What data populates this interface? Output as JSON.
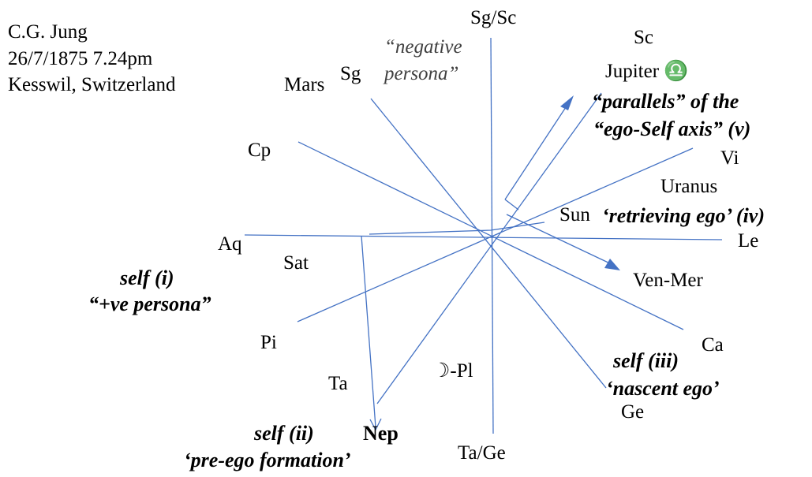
{
  "header": {
    "name": "C.G. Jung",
    "birth": "26/7/1875 7.24pm",
    "place": "Kesswil, Switzerland"
  },
  "signs": {
    "sg_sc": "Sg/Sc",
    "sc": "Sc",
    "sg": "Sg",
    "cp": "Cp",
    "vi": "Vi",
    "aq": "Aq",
    "le": "Le",
    "pi": "Pi",
    "ca": "Ca",
    "ta": "Ta",
    "ge": "Ge",
    "ta_ge": "Ta/Ge"
  },
  "planets": {
    "jupiter": "Jupiter ♎",
    "mars": "Mars",
    "uranus": "Uranus",
    "sun": "Sun",
    "sat": "Sat",
    "ven_mer": "Ven-Mer",
    "moon_pl": "☽-Pl",
    "nep": "Nep"
  },
  "annotations": {
    "negative_persona_1": "“negative",
    "negative_persona_2": "persona”",
    "parallels_1": "“parallels” of the",
    "parallels_2": "“ego-Self axis” (v)",
    "retrieving_ego": "‘retrieving ego’ (iv)",
    "self_i": "self (i)",
    "positive_persona": "“+ve persona”",
    "self_iii": "self (iii)",
    "nascent_ego": "‘nascent ego’",
    "self_ii": "self (ii)",
    "pre_ego": "‘pre-ego formation’"
  },
  "colors": {
    "line": "#4472c4",
    "text": "#000000",
    "muted_text": "#404040"
  }
}
